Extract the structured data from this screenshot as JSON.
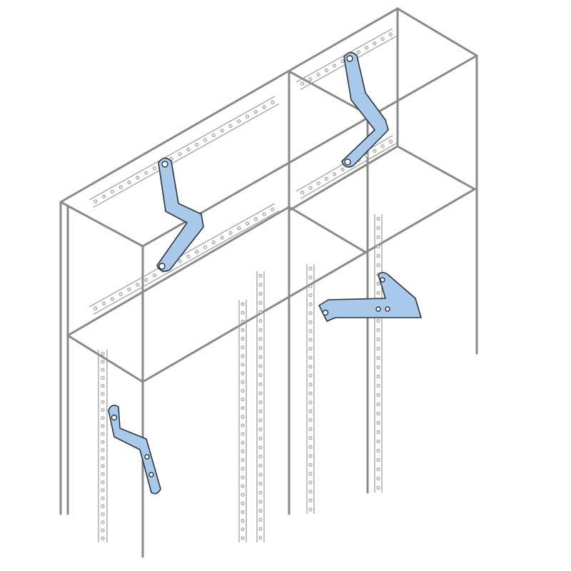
{
  "colors": {
    "background": "#ffffff",
    "frame": "#8a8a8a",
    "bracket_fill": "#a9c9ea",
    "bracket_outline": "#2b3440"
  },
  "icons": [
    "cabinet-frame",
    "mounting-rail",
    "support-bracket"
  ]
}
